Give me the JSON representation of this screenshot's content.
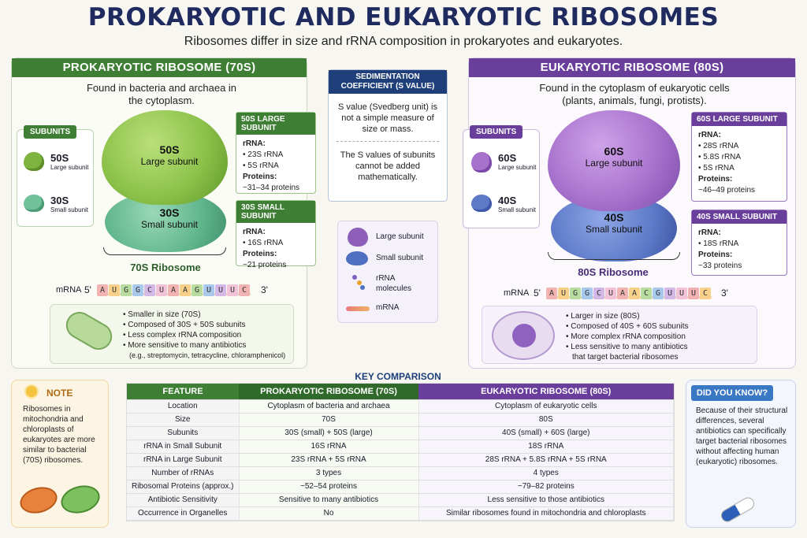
{
  "title": "PROKARYOTIC AND EUKARYOTIC RIBOSOMES",
  "subtitle": "Ribosomes differ in size and rRNA composition in prokaryotes and eukaryotes.",
  "prok": {
    "banner": "PROKARYOTIC RIBOSOME (70S)",
    "found": "Found in bacteria and archaea in the cytoplasm.",
    "subunits_tag": "SUBUNITS",
    "sub1": {
      "s": "50S",
      "name": "Large subunit"
    },
    "sub2": {
      "s": "30S",
      "name": "Small subunit"
    },
    "large": {
      "s": "50S",
      "name": "Large subunit"
    },
    "small": {
      "s": "30S",
      "name": "Small subunit"
    },
    "caption": "70S Ribosome",
    "large_box": {
      "head": "50S LARGE SUBUNIT",
      "rrna_label": "rRNA:",
      "rrna": [
        "23S rRNA",
        "5S rRNA"
      ],
      "prot_label": "Proteins:",
      "prot": "~31–34 proteins"
    },
    "small_box": {
      "head": "30S SMALL SUBUNIT",
      "rrna_label": "rRNA:",
      "rrna": [
        "16S rRNA"
      ],
      "prot_label": "Proteins:",
      "prot": "~21 proteins"
    },
    "mrna_label": "mRNA",
    "five": "5'",
    "three": "3'",
    "mrna": [
      "A",
      "U",
      "G",
      "G",
      "C",
      "U",
      "A",
      "A",
      "G",
      "U",
      "U",
      "U",
      "C"
    ],
    "bullets": [
      "Smaller in size (70S)",
      "Composed of 30S + 50S subunits",
      "Less complex rRNA composition",
      "More sensitive to many antibiotics",
      "(e.g., streptomycin, tetracycline, chloramphenicol)"
    ]
  },
  "sed": {
    "head": "SEDIMENTATION COEFFICIENT (S VALUE)",
    "p1": "S value (Svedberg unit) is not a simple measure of size or mass.",
    "p2": "The S values of subunits cannot be added mathematically."
  },
  "legend": [
    {
      "icon": "large-subunit-icon",
      "label": "Large subunit"
    },
    {
      "icon": "small-subunit-icon",
      "label": "Small subunit"
    },
    {
      "icon": "rrna-molecule-icon",
      "label": "rRNA molecules"
    },
    {
      "icon": "mrna-strand-icon",
      "label": "mRNA"
    }
  ],
  "euk": {
    "banner": "EUKARYOTIC RIBOSOME (80S)",
    "found": "Found in the cytoplasm of eukaryotic cells (plants, animals, fungi, protists).",
    "subunits_tag": "SUBUNITS",
    "sub1": {
      "s": "60S",
      "name": "Large subunit"
    },
    "sub2": {
      "s": "40S",
      "name": "Small subunit"
    },
    "large": {
      "s": "60S",
      "name": "Large subunit"
    },
    "small": {
      "s": "40S",
      "name": "Small subunit"
    },
    "caption": "80S Ribosome",
    "large_box": {
      "head": "60S LARGE SUBUNIT",
      "rrna_label": "rRNA:",
      "rrna": [
        "28S rRNA",
        "5.8S rRNA",
        "5S rRNA"
      ],
      "prot_label": "Proteins:",
      "prot": "~46–49 proteins"
    },
    "small_box": {
      "head": "40S SMALL SUBUNIT",
      "rrna_label": "rRNA:",
      "rrna": [
        "18S rRNA"
      ],
      "prot_label": "Proteins:",
      "prot": "~33 proteins"
    },
    "mrna_label": "mRNA",
    "five": "5'",
    "three": "3'",
    "mrna": [
      "A",
      "U",
      "G",
      "G",
      "C",
      "U",
      "A",
      "A",
      "C",
      "G",
      "U",
      "U",
      "U",
      "C"
    ],
    "bullets": [
      "Larger in size (80S)",
      "Composed of 40S + 60S subunits",
      "More complex rRNA composition",
      "Less sensitive to many antibiotics",
      "that target bacterial ribosomes"
    ]
  },
  "note": {
    "head": "NOTE",
    "text": "Ribosomes in mitochondria and chloroplasts of eukaryotes are more similar to bacterial (70S) ribosomes."
  },
  "key": {
    "title": "KEY COMPARISON",
    "headers": [
      "FEATURE",
      "PROKARYOTIC RIBOSOME (70S)",
      "EUKARYOTIC RIBOSOME (80S)"
    ],
    "rows": [
      [
        "Location",
        "Cytoplasm of bacteria and archaea",
        "Cytoplasm of eukaryotic cells"
      ],
      [
        "Size",
        "70S",
        "80S"
      ],
      [
        "Subunits",
        "30S (small) + 50S (large)",
        "40S (small) + 60S (large)"
      ],
      [
        "rRNA in Small Subunit",
        "16S rRNA",
        "18S rRNA"
      ],
      [
        "rRNA in Large Subunit",
        "23S rRNA + 5S rRNA",
        "28S rRNA + 5.8S rRNA + 5S rRNA"
      ],
      [
        "Number of rRNAs",
        "3 types",
        "4 types"
      ],
      [
        "Ribosomal Proteins (approx.)",
        "~52–54 proteins",
        "~79–82 proteins"
      ],
      [
        "Antibiotic Sensitivity",
        "Sensitive to many antibiotics",
        "Less sensitive to those antibiotics"
      ],
      [
        "Occurrence in Organelles",
        "No",
        "Similar ribosomes found in mitochondria and chloroplasts"
      ]
    ]
  },
  "dyk": {
    "head": "DID YOU KNOW?",
    "text": "Because of their structural differences, several antibiotics can specifically target bacterial ribosomes without affecting human (eukaryotic) ribosomes."
  },
  "colors": {
    "prok": "#3f7f35",
    "euk": "#6a3f9c",
    "navy": "#1f3f7a",
    "prok_large": "#8cc14a",
    "prok_small": "#6fc29a",
    "euk_large": "#a772cc",
    "euk_small": "#5d79c8"
  }
}
